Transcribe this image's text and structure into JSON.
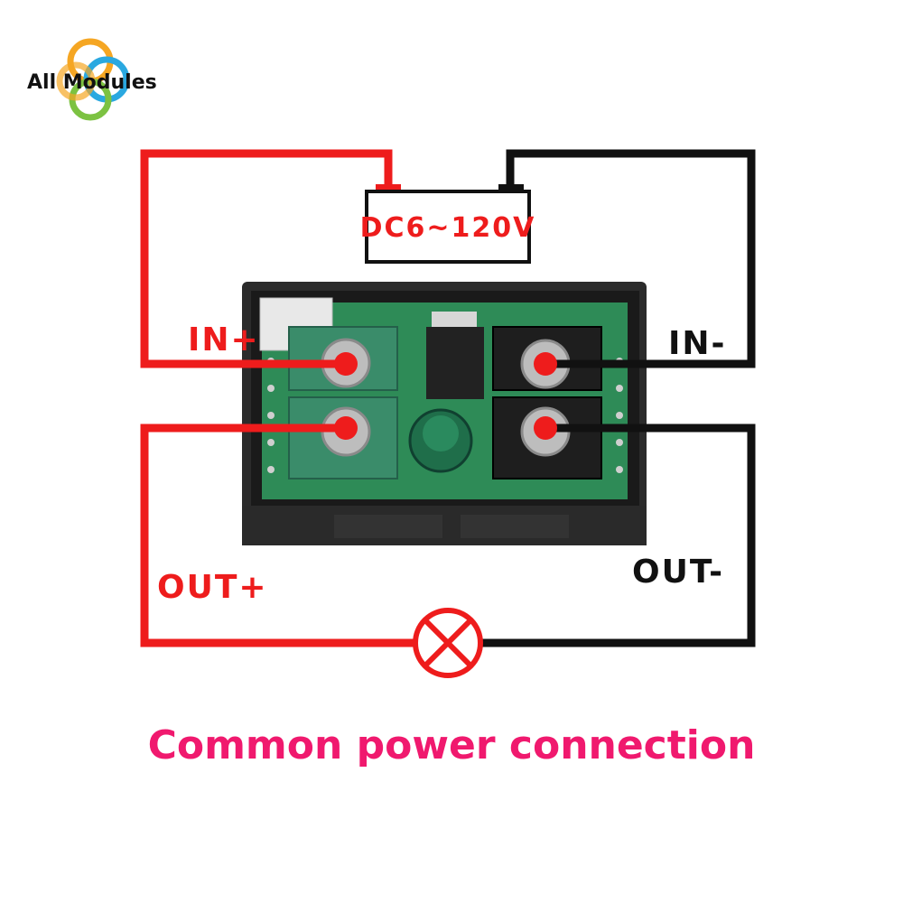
{
  "logo": {
    "text": "All Modules"
  },
  "power_supply": {
    "label": "DC6~120V"
  },
  "terminals": {
    "in_plus": "IN+",
    "in_minus": "IN-",
    "out_plus": "OUT+",
    "out_minus": "OUT-"
  },
  "load": {
    "icon": "lamp-icon"
  },
  "caption": "Common power connection",
  "colors": {
    "positive_wire": "#ee1c1c",
    "negative_wire": "#111111",
    "caption": "#f0196e",
    "pcb": "#2e8b57",
    "terminal_green": "#3a8c6a",
    "terminal_black": "#1e1e1e"
  }
}
